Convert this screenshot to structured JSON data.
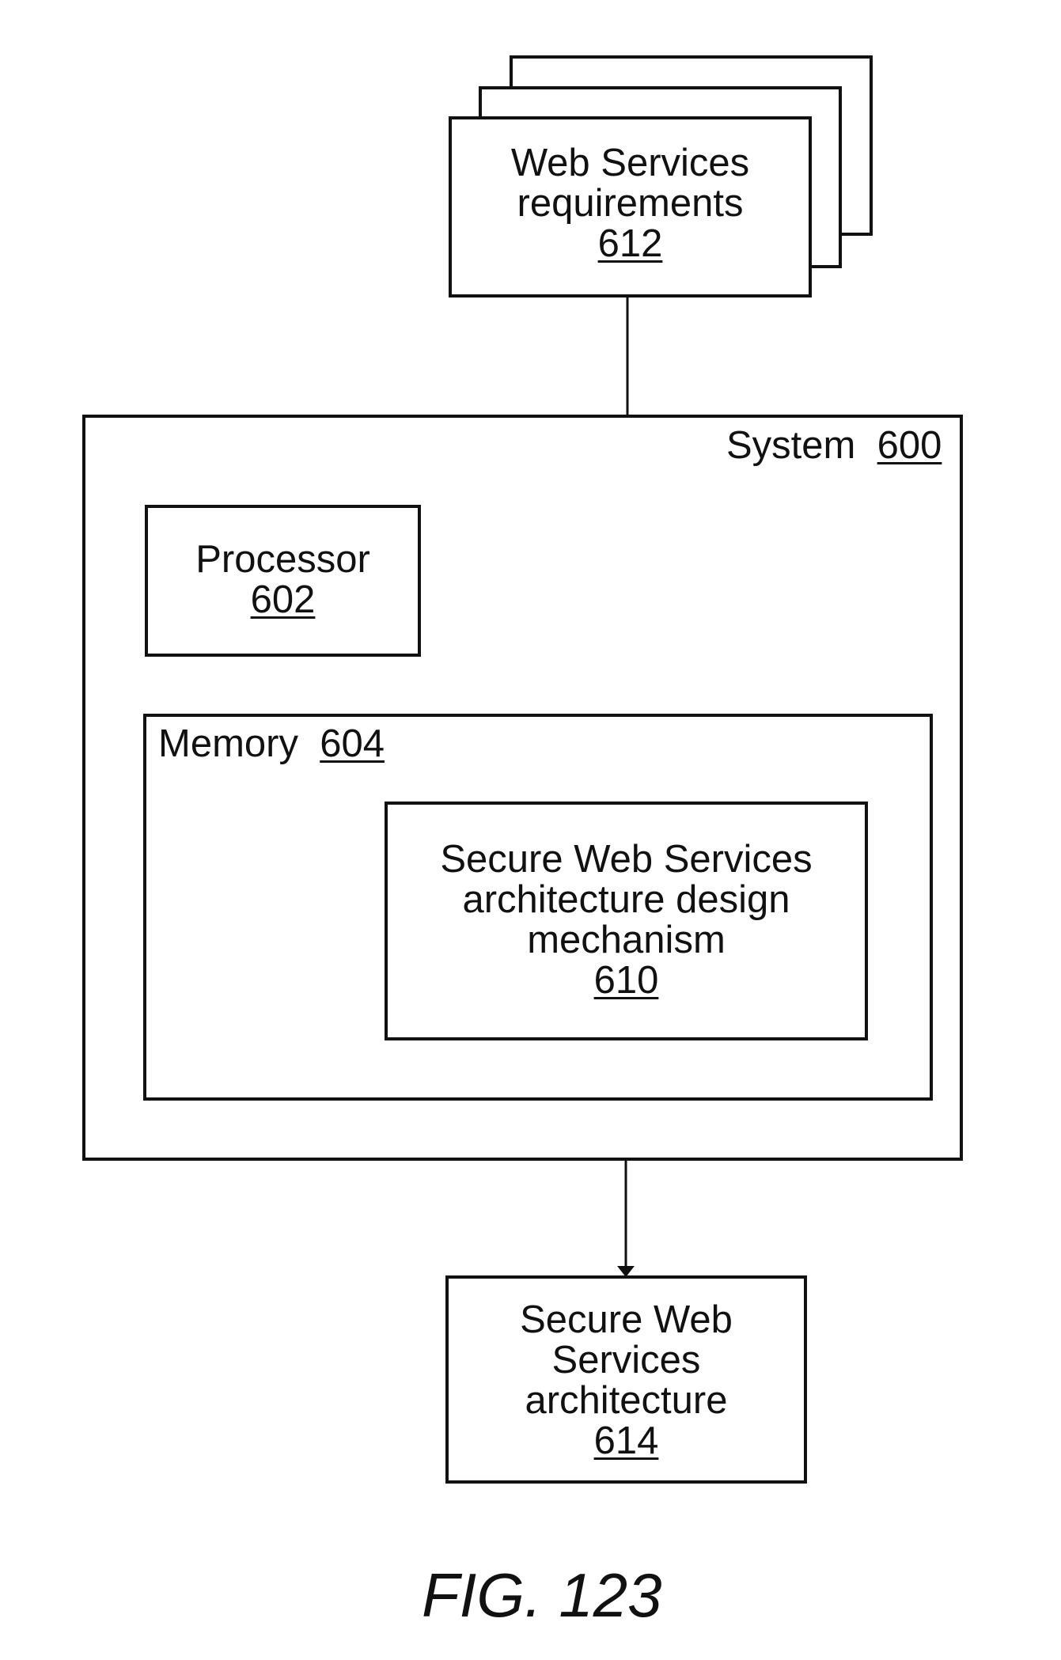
{
  "system": {
    "label": "System",
    "ref": "600"
  },
  "processor": {
    "label": "Processor",
    "ref": "602"
  },
  "memory": {
    "label": "Memory",
    "ref": "604"
  },
  "mechanism": {
    "lines": [
      "Secure Web Services",
      "architecture design",
      "mechanism"
    ],
    "ref": "610"
  },
  "requirements": {
    "lines": [
      "Web Services",
      "requirements"
    ],
    "ref": "612"
  },
  "architecture": {
    "lines": [
      "Secure Web",
      "Services",
      "architecture"
    ],
    "ref": "614"
  },
  "figure": {
    "caption": "FIG. 123"
  }
}
